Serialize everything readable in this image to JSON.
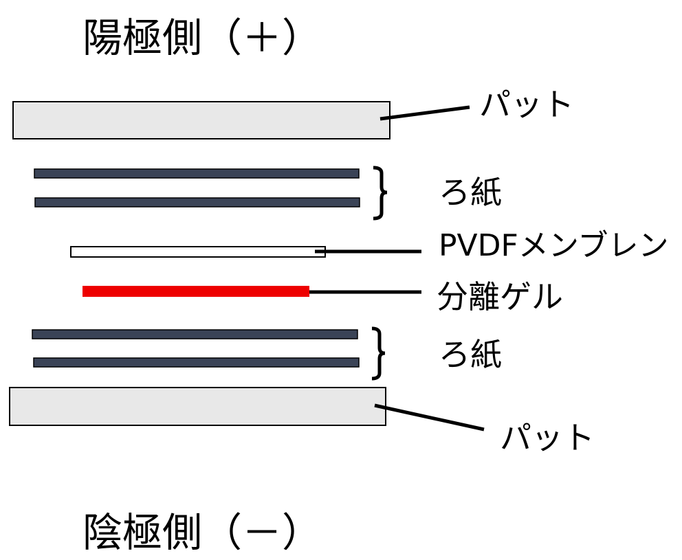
{
  "diagram": {
    "top_label": "陽極側（＋）",
    "bottom_label": "陰極側（－）",
    "labels": {
      "pad_top": "パット",
      "filter_paper_top": "ろ紙",
      "membrane": "PVDFメンブレン",
      "gel": "分離ゲル",
      "filter_paper_bottom": "ろ紙",
      "pad_bottom": "パット"
    },
    "colors": {
      "pad_fill": "#e8e8e8",
      "filter_paper": "#3a4356",
      "gel": "#ee0000",
      "membrane_fill": "#ffffff",
      "outline": "#000000"
    }
  }
}
